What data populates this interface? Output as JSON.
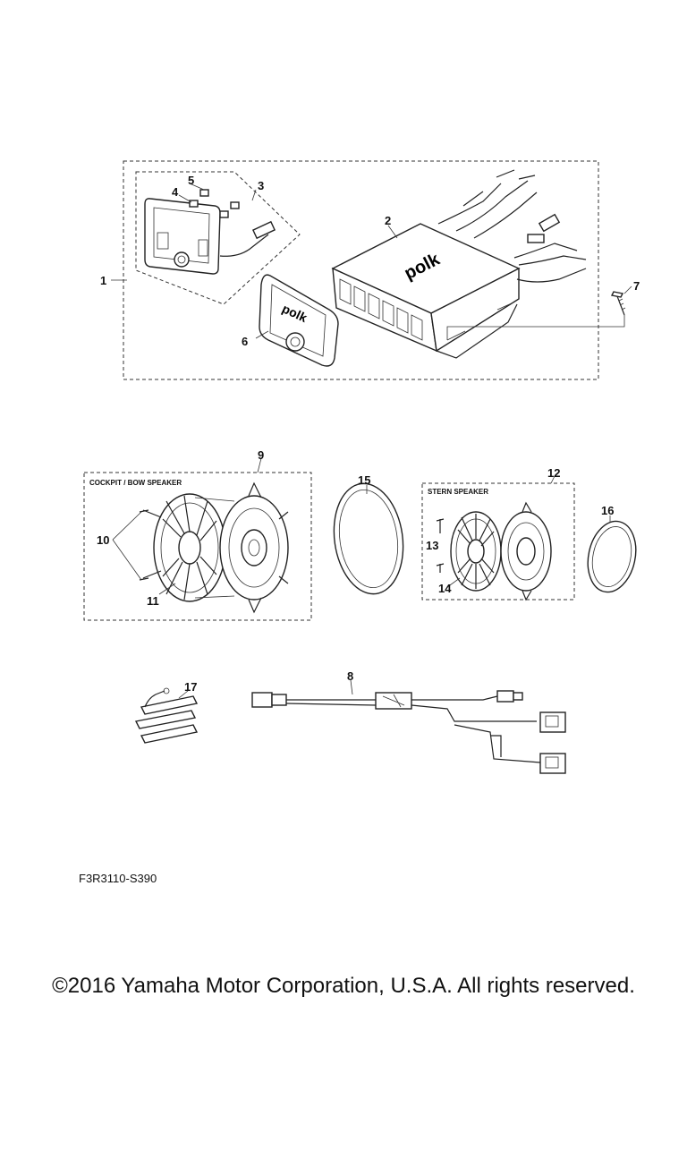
{
  "diagram": {
    "callouts": {
      "c1": "1",
      "c2": "2",
      "c3": "3",
      "c4": "4",
      "c5": "5",
      "c6": "6",
      "c7": "7",
      "c8": "8",
      "c9": "9",
      "c10": "10",
      "c11": "11",
      "c12": "12",
      "c13": "13",
      "c14": "14",
      "c15": "15",
      "c16": "16",
      "c17": "17"
    },
    "groups": {
      "cockpit_bow": "COCKPIT / BOW SPEAKER",
      "stern": "STERN SPEAKER"
    },
    "brand_logo": "polk"
  },
  "footer": {
    "figure_code": "F3R3110-S390",
    "copyright": "©2016 Yamaha Motor Corporation, U.S.A. All rights reserved."
  }
}
